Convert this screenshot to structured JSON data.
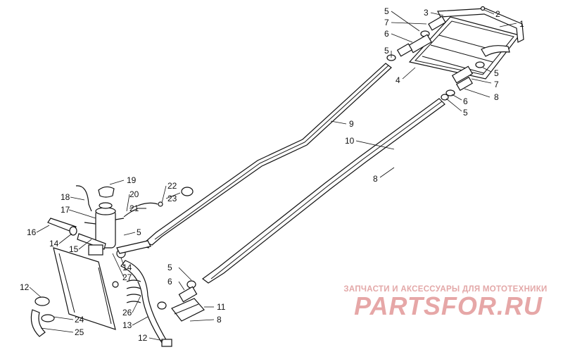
{
  "callouts": [
    {
      "id": "c1",
      "text": "1"
    },
    {
      "id": "c2",
      "text": "2"
    },
    {
      "id": "c3",
      "text": "3"
    },
    {
      "id": "c5a",
      "text": "5"
    },
    {
      "id": "c7a",
      "text": "7"
    },
    {
      "id": "c6a",
      "text": "6"
    },
    {
      "id": "c5b",
      "text": "5"
    },
    {
      "id": "c4",
      "text": "4"
    },
    {
      "id": "c5c",
      "text": "5"
    },
    {
      "id": "c7b",
      "text": "7"
    },
    {
      "id": "c8a",
      "text": "8"
    },
    {
      "id": "c6b",
      "text": "6"
    },
    {
      "id": "c5d",
      "text": "5"
    },
    {
      "id": "c9",
      "text": "9"
    },
    {
      "id": "c10",
      "text": "10"
    },
    {
      "id": "c8b",
      "text": "8"
    },
    {
      "id": "c19",
      "text": "19"
    },
    {
      "id": "c18",
      "text": "18"
    },
    {
      "id": "c20",
      "text": "20"
    },
    {
      "id": "c22",
      "text": "22"
    },
    {
      "id": "c23",
      "text": "23"
    },
    {
      "id": "c21",
      "text": "21"
    },
    {
      "id": "c17",
      "text": "17"
    },
    {
      "id": "c16",
      "text": "16"
    },
    {
      "id": "c5e",
      "text": "5"
    },
    {
      "id": "c14a",
      "text": "14"
    },
    {
      "id": "c15",
      "text": "15"
    },
    {
      "id": "c14b",
      "text": "14"
    },
    {
      "id": "c27",
      "text": "27"
    },
    {
      "id": "c5f",
      "text": "5"
    },
    {
      "id": "c6c",
      "text": "6"
    },
    {
      "id": "c12a",
      "text": "12"
    },
    {
      "id": "c26",
      "text": "26"
    },
    {
      "id": "c24",
      "text": "24"
    },
    {
      "id": "c13",
      "text": "13"
    },
    {
      "id": "c25",
      "text": "25"
    },
    {
      "id": "c11",
      "text": "11"
    },
    {
      "id": "c8c",
      "text": "8"
    },
    {
      "id": "c12b",
      "text": "12"
    }
  ],
  "watermark": {
    "tagline": "ЗАПЧАСТИ И АКСЕССУАРЫ ДЛЯ МОТОТЕХНИКИ",
    "logo": "PARTSFOR.RU"
  }
}
